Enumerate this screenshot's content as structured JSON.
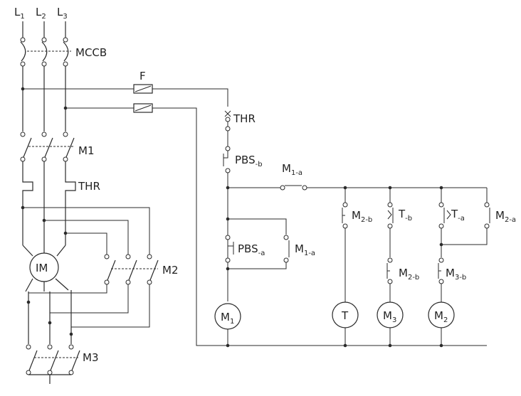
{
  "labels": {
    "l1": "L",
    "l1_sub": "1",
    "l2": "L",
    "l2_sub": "2",
    "l3": "L",
    "l3_sub": "3",
    "mccb": "MCCB",
    "fuse": "F",
    "thr_ctrl": "THR",
    "pbs_b": "PBS",
    "pbs_b_sub": "-b",
    "m1_a_top": "M",
    "m1_a_top_sub": "1-a",
    "pbs_a": "PBS",
    "pbs_a_sub": "-a",
    "m1_a_hold": "M",
    "m1_a_hold_sub": "1-a",
    "m2_b_t": "M",
    "m2_b_t_sub": "2-b",
    "t_b": "T",
    "t_b_sub": "-b",
    "m2_b_m3": "M",
    "m2_b_m3_sub": "2-b",
    "t_a": "T",
    "t_a_sub": "-a",
    "m3_b": "M",
    "m3_b_sub": "3-b",
    "m2_a": "M",
    "m2_a_sub": "2-a",
    "coil_m1": "M",
    "coil_m1_sub": "1",
    "coil_t": "T",
    "coil_m3": "M",
    "coil_m3_sub": "3",
    "coil_m2": "M",
    "coil_m2_sub": "2",
    "m1_contactor": "M1",
    "thr_power": "THR",
    "motor": "IM",
    "m2_contactor": "M2",
    "m3_contactor": "M3"
  }
}
